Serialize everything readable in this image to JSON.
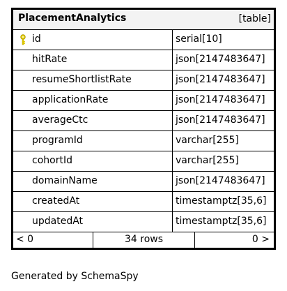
{
  "entity": {
    "name": "PlacementAnalytics",
    "kind": "[table]",
    "columns": [
      {
        "name": "id",
        "type": "serial[10]",
        "primary_key": true
      },
      {
        "name": "hitRate",
        "type": "json[2147483647]"
      },
      {
        "name": "resumeShortlistRate",
        "type": "json[2147483647]"
      },
      {
        "name": "applicationRate",
        "type": "json[2147483647]"
      },
      {
        "name": "averageCtc",
        "type": "json[2147483647]"
      },
      {
        "name": "programId",
        "type": "varchar[255]"
      },
      {
        "name": "cohortId",
        "type": "varchar[255]"
      },
      {
        "name": "domainName",
        "type": "json[2147483647]"
      },
      {
        "name": "createdAt",
        "type": "timestamptz[35,6]"
      },
      {
        "name": "updatedAt",
        "type": "timestamptz[35,6]"
      }
    ],
    "footer": {
      "parents": "< 0",
      "rows": "34 rows",
      "children": "0 >"
    }
  },
  "generated_by": "Generated by SchemaSpy",
  "icons": {
    "primary_key": "key-icon",
    "key_color": "#e8d100"
  }
}
